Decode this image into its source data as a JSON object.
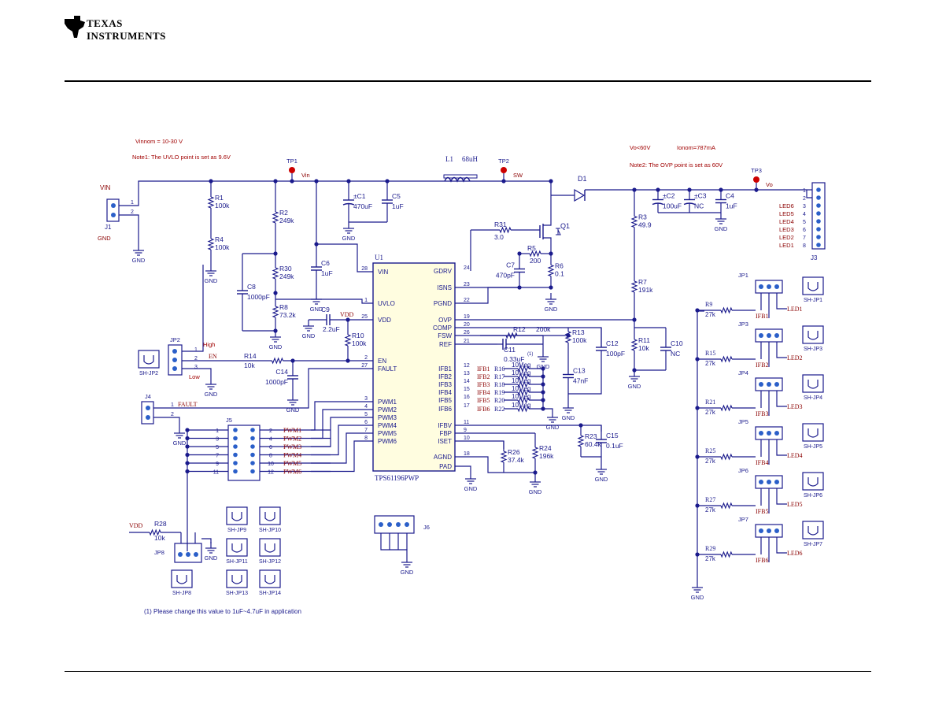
{
  "header": {
    "logo_line1": "TEXAS",
    "logo_line2": "INSTRUMENTS"
  },
  "notes": {
    "vinnom": "Vinnom = 10-30 V",
    "note1": "Note1: The UVLO point is set as 9.6V",
    "vo": "Vo<60V",
    "ionom": "Ionom=787mA",
    "note2": "Note2: The OVP point is set as 60V",
    "footnote": "(1) Please change this value to 1uF~4.7uF in application"
  },
  "ic": {
    "ref": "U1",
    "part": "TPS61196PWP",
    "left_pins": [
      {
        "num": "28",
        "name": "VIN"
      },
      {
        "num": "1",
        "name": "UVLO"
      },
      {
        "num": "25",
        "name": "VDD"
      },
      {
        "num": "2",
        "name": "EN"
      },
      {
        "num": "27",
        "name": "FAULT"
      },
      {
        "num": "3",
        "name": "PWM1"
      },
      {
        "num": "4",
        "name": "PWM2"
      },
      {
        "num": "5",
        "name": "PWM3"
      },
      {
        "num": "6",
        "name": "PWM4"
      },
      {
        "num": "7",
        "name": "PWM5"
      },
      {
        "num": "8",
        "name": "PWM6"
      }
    ],
    "right_pins": [
      {
        "num": "24",
        "name": "GDRV"
      },
      {
        "num": "23",
        "name": "ISNS"
      },
      {
        "num": "22",
        "name": "PGND"
      },
      {
        "num": "19",
        "name": "OVP"
      },
      {
        "num": "20",
        "name": "COMP"
      },
      {
        "num": "26",
        "name": "FSW"
      },
      {
        "num": "21",
        "name": "REF"
      },
      {
        "num": "12",
        "name": "IFB1"
      },
      {
        "num": "13",
        "name": "IFB2"
      },
      {
        "num": "14",
        "name": "IFB3"
      },
      {
        "num": "15",
        "name": "IFB4"
      },
      {
        "num": "16",
        "name": "IFB5"
      },
      {
        "num": "17",
        "name": "IFB6"
      },
      {
        "num": "11",
        "name": "IFBV"
      },
      {
        "num": "9",
        "name": "FBP"
      },
      {
        "num": "10",
        "name": "ISET"
      },
      {
        "num": "18",
        "name": "AGND"
      },
      {
        "num": "",
        "name": "PAD"
      }
    ]
  },
  "nets": {
    "vin": "VIN",
    "vin_small": "Vin",
    "sw": "SW",
    "vo": "Vo",
    "gnd": "GND",
    "vdd": "VDD",
    "en": "EN",
    "fault": "FAULT",
    "high": "High",
    "low": "Low"
  },
  "testpoints": [
    "TP1",
    "TP2",
    "TP3"
  ],
  "components": {
    "L1": {
      "ref": "L1",
      "value": "68uH"
    },
    "D1": {
      "ref": "D1"
    },
    "Q1": {
      "ref": "Q1"
    },
    "R1": {
      "ref": "R1",
      "value": "100k"
    },
    "R4": {
      "ref": "R4",
      "value": "100k"
    },
    "R2": {
      "ref": "R2",
      "value": "249k"
    },
    "R30": {
      "ref": "R30",
      "value": "249k"
    },
    "R8": {
      "ref": "R8",
      "value": "73.2k"
    },
    "R10": {
      "ref": "R10",
      "value": "100k"
    },
    "R14": {
      "ref": "R14",
      "value": "10k"
    },
    "R31": {
      "ref": "R31",
      "value": "3.0"
    },
    "R5": {
      "ref": "R5",
      "value": "200"
    },
    "R6": {
      "ref": "R6",
      "value": "0.1"
    },
    "R3": {
      "ref": "R3",
      "value": "49.9"
    },
    "R7": {
      "ref": "R7",
      "value": "191k"
    },
    "R11": {
      "ref": "R11",
      "value": "10k"
    },
    "R12": {
      "ref": "R12",
      "value": "200k"
    },
    "R13": {
      "ref": "R13",
      "value": "100k"
    },
    "R23": {
      "ref": "R23",
      "value": "60.4k"
    },
    "R24": {
      "ref": "R24",
      "value": "196k"
    },
    "R26": {
      "ref": "R26",
      "value": "37.4k"
    },
    "R28": {
      "ref": "R28",
      "value": "10k"
    },
    "C1": {
      "ref": "C1",
      "value": "470uF"
    },
    "C5": {
      "ref": "C5",
      "value": "1uF"
    },
    "C6": {
      "ref": "C6",
      "value": "1uF"
    },
    "C8": {
      "ref": "C8",
      "value": "1000pF"
    },
    "C9": {
      "ref": "C9",
      "value": "2.2uF"
    },
    "C14": {
      "ref": "C14",
      "value": "1000pF"
    },
    "C7": {
      "ref": "C7",
      "value": "470pF"
    },
    "C2": {
      "ref": "C2",
      "value": "100uF"
    },
    "C3": {
      "ref": "C3",
      "value": "NC"
    },
    "C4": {
      "ref": "C4",
      "value": "1uF"
    },
    "C10": {
      "ref": "C10",
      "value": "NC"
    },
    "C11": {
      "ref": "C11",
      "value": "0.33uF",
      "note": "(1)"
    },
    "C12": {
      "ref": "C12",
      "value": "100pF"
    },
    "C13": {
      "ref": "C13",
      "value": "47nF"
    },
    "C15": {
      "ref": "C15",
      "value": "0.1uF"
    }
  },
  "ifb_res": [
    {
      "ref": "R16",
      "value": "10Meg",
      "net": "IFB1"
    },
    {
      "ref": "R17",
      "value": "10Meg",
      "net": "IFB2"
    },
    {
      "ref": "R18",
      "value": "10Meg",
      "net": "IFB3"
    },
    {
      "ref": "R19",
      "value": "10Meg",
      "net": "IFB4"
    },
    {
      "ref": "R20",
      "value": "10Meg",
      "net": "IFB5"
    },
    {
      "ref": "R22",
      "value": "10Meg",
      "net": "IFB6"
    }
  ],
  "jumpers_right": [
    {
      "jp": "JP1",
      "res": "R9",
      "value": "27k",
      "ifb": "IFB1",
      "led": "LED1",
      "sh": "SH-JP1"
    },
    {
      "jp": "JP3",
      "res": "R15",
      "value": "27k",
      "ifb": "IFB2",
      "led": "LED2",
      "sh": "SH-JP3"
    },
    {
      "jp": "JP4",
      "res": "R21",
      "value": "27k",
      "ifb": "IFB3",
      "led": "LED3",
      "sh": "SH-JP4"
    },
    {
      "jp": "JP5",
      "res": "R25",
      "value": "27k",
      "ifb": "IFB4",
      "led": "LED4",
      "sh": "SH-JP5"
    },
    {
      "jp": "JP6",
      "res": "R27",
      "value": "27k",
      "ifb": "IFB5",
      "led": "LED5",
      "sh": "SH-JP6"
    },
    {
      "jp": "JP7",
      "res": "R29",
      "value": "27k",
      "ifb": "IFB6",
      "led": "LED6",
      "sh": "SH-JP7"
    }
  ],
  "connectors": {
    "J1": "J1",
    "J3": "J3",
    "J4": "J4",
    "J5": "J5",
    "J6": "J6",
    "JP2": "JP2",
    "JP8": "JP8",
    "SHJP2": "SH-JP2",
    "SHJP8": "SH-JP8"
  },
  "j3_pins": [
    {
      "num": "1",
      "label": ""
    },
    {
      "num": "2",
      "label": ""
    },
    {
      "num": "3",
      "label": "LED6"
    },
    {
      "num": "4",
      "label": "LED5"
    },
    {
      "num": "5",
      "label": "LED4"
    },
    {
      "num": "6",
      "label": "LED3"
    },
    {
      "num": "7",
      "label": "LED2"
    },
    {
      "num": "8",
      "label": "LED1"
    }
  ],
  "j5_rows": [
    {
      "left": "1",
      "right": "2",
      "net": "PWM1"
    },
    {
      "left": "3",
      "right": "4",
      "net": "PWM2"
    },
    {
      "left": "5",
      "right": "6",
      "net": "PWM3"
    },
    {
      "left": "7",
      "right": "8",
      "net": "PWM4"
    },
    {
      "left": "9",
      "right": "10",
      "net": "PWM5"
    },
    {
      "left": "11",
      "right": "12",
      "net": "PWM6"
    }
  ],
  "shunts": [
    "SH-JP9",
    "SH-JP10",
    "SH-JP11",
    "SH-JP12",
    "SH-JP13",
    "SH-JP14"
  ],
  "colors": {
    "wire": "#1a1a8c",
    "net_label": "#8b0000",
    "note": "#a00000",
    "testpoint": "#cc0000"
  }
}
